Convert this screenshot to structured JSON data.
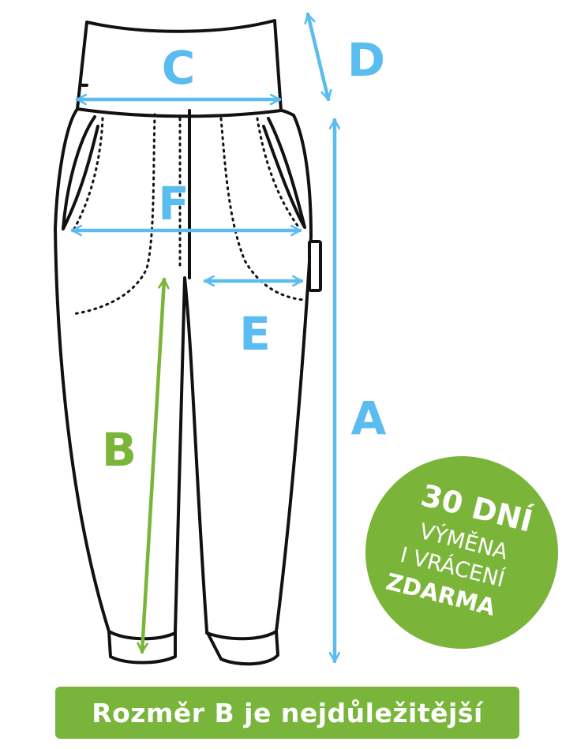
{
  "labels": {
    "a": "A",
    "b": "B",
    "c": "C",
    "d": "D",
    "e": "E",
    "f": "F"
  },
  "badge": {
    "line1": "30 DNÍ",
    "line2": "VÝMĚNA",
    "line3": "I VRÁCENÍ",
    "line4": "ZDARMA"
  },
  "footer": {
    "text": "Rozměr B je nejdůležitější"
  },
  "colors": {
    "blue": "#5bbcf0",
    "green": "#7ab53a",
    "outline": "#111111",
    "background": "#ffffff"
  }
}
